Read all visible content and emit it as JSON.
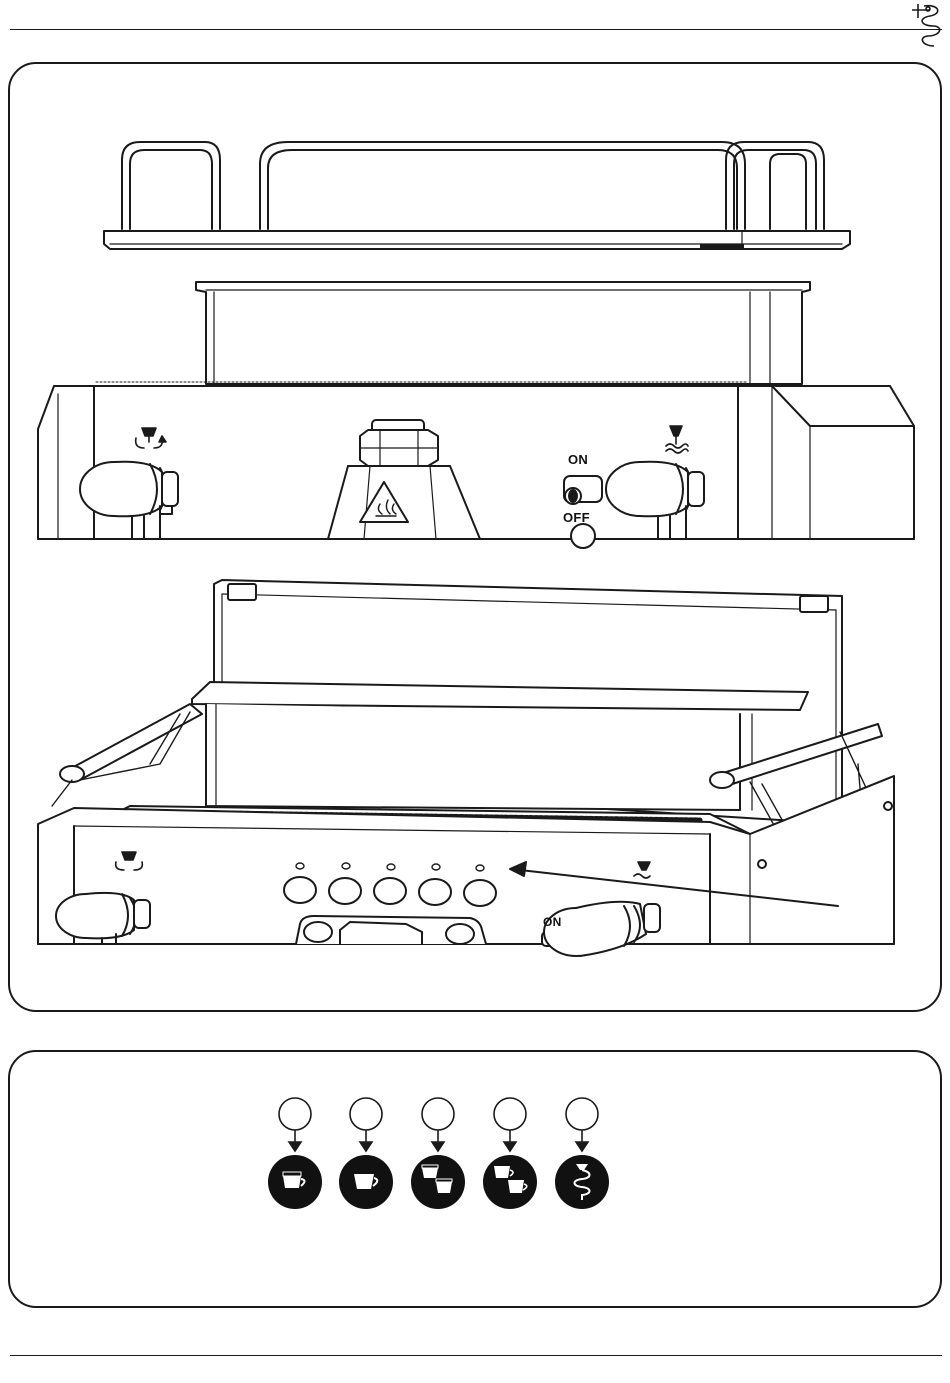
{
  "header": {
    "logo_icon": "biscione-serpent-logo-icon"
  },
  "machine_top": {
    "switch_on_label": "ON",
    "switch_off_label": "OFF",
    "left_tap_icon": "steam-wand-icon",
    "right_tap_icon": "hot-water-icon",
    "hot_surface_warning_icon": "hot-surface-warning-icon"
  },
  "machine_bottom": {
    "switch_on_label": "ON",
    "leds": 5,
    "buttons": 5
  },
  "keypad_legend": {
    "items": [
      {
        "icon": "single-espresso-cup-icon"
      },
      {
        "icon": "single-long-cup-icon"
      },
      {
        "icon": "double-espresso-cups-icon"
      },
      {
        "icon": "double-long-cups-icon"
      },
      {
        "icon": "continuous-dispensing-icon"
      }
    ]
  },
  "colors": {
    "ink": "#1a1a1a",
    "paper": "#ffffff"
  }
}
